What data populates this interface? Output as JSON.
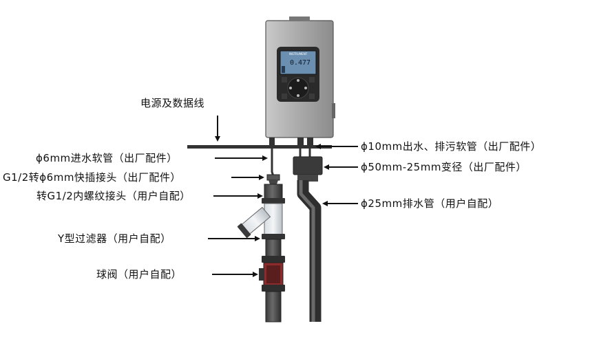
{
  "device": {
    "screen_header": "INSTRUMENT",
    "screen_value": "0.477"
  },
  "labels": {
    "power_data_cable": "电源及数据线",
    "inlet_hose_6mm": "ϕ6mm进水软管（出厂配件）",
    "quick_connector": "G1/2转ϕ6mm快插接头（出厂配件）",
    "thread_adapter": "转G1/2内螺纹接头（用户自配）",
    "y_filter": "Y型过滤器（用户自配）",
    "ball_valve": "球阀（用户自配）",
    "outlet_hose_10mm": "ϕ10mm出水、排污软管（出厂配件）",
    "reducer_50_25": "ϕ50mm-25mm变径（出厂配件）",
    "drain_pipe_25mm": "ϕ25mm排水管（用户自配）"
  },
  "colors": {
    "housing": "#a8a8a8",
    "pipe": "#4a4a4a",
    "screen": "#6b8fb0",
    "keypad": "#1c1c1c",
    "valve_red": "#8b2b2b"
  }
}
